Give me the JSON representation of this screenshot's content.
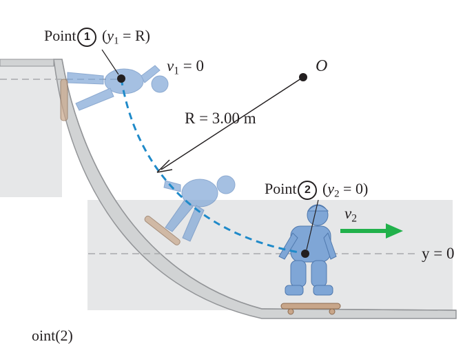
{
  "labels": {
    "point1_word": "Point",
    "point1_num": "1",
    "point1_cond_var": "y",
    "point1_cond_sub": "1",
    "point1_cond_rest": " = R)",
    "v1_var": "v",
    "v1_sub": "1",
    "v1_rest": " = 0",
    "origin": "O",
    "radius_text": "R = 3.00 m",
    "point2_word": "Point",
    "point2_num": "2",
    "point2_cond_var": "y",
    "point2_cond_sub": "2",
    "point2_cond_rest": " = 0)",
    "v2_var": "v",
    "v2_sub": "2",
    "axis_label": "y = 0",
    "cut_text": "oint(2)"
  },
  "colors": {
    "ramp_fill": "#e6e7e8",
    "ramp_shade": "#d1d3d4",
    "ramp_edge": "#939598",
    "skater": "#7fa6d6",
    "path_dashed": "#1f8ac9",
    "velocity_arrow": "#21b14b",
    "guide_dashed": "#a7a9ac"
  }
}
